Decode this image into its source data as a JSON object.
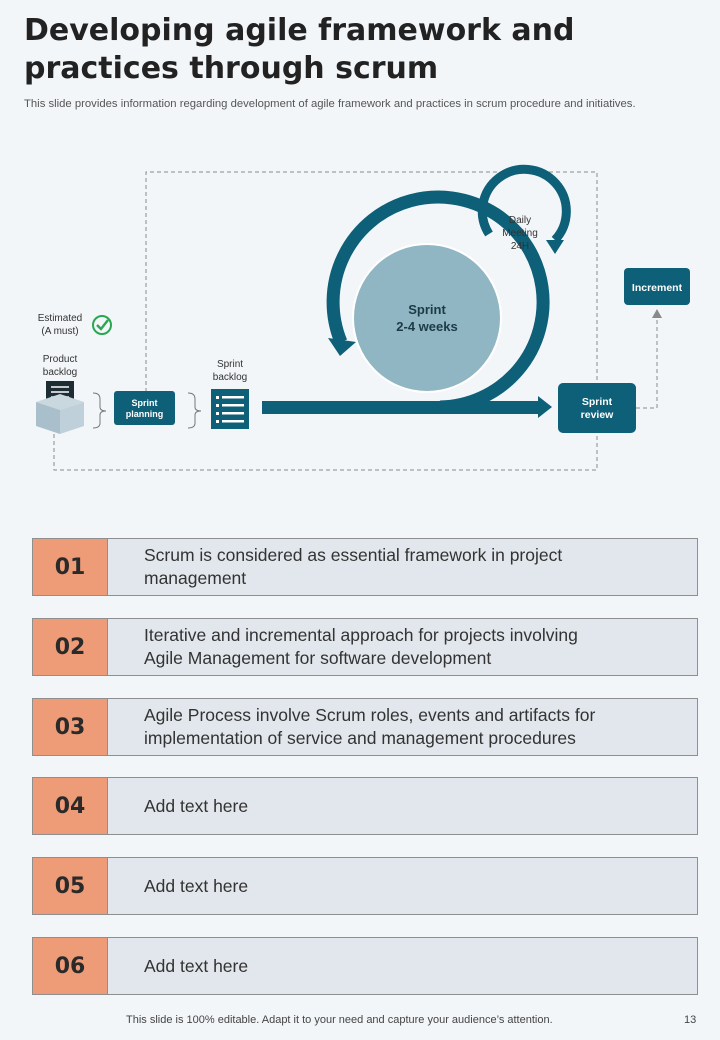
{
  "header": {
    "title_line1": "Developing agile framework and",
    "title_line2": "practices through scrum",
    "subtitle": "This slide provides information regarding development of agile framework and practices in scrum procedure and initiatives."
  },
  "diagram": {
    "estimated_line1": "Estimated",
    "estimated_line2": "(A must)",
    "product_backlog_line1": "Product",
    "product_backlog_line2": "backlog",
    "sprint_planning_line1": "Sprint",
    "sprint_planning_line2": "planning",
    "sprint_backlog_line1": "Sprint",
    "sprint_backlog_line2": "backlog",
    "sprint_line1": "Sprint",
    "sprint_line2": "2-4 weeks",
    "daily_line1": "Daily",
    "daily_line2": "Meeting",
    "daily_line3": "24H",
    "sprint_review_line1": "Sprint",
    "sprint_review_line2": "review",
    "increment": "Increment"
  },
  "items": [
    {
      "num": "01",
      "text": "Scrum is considered as essential framework in project\nmanagement"
    },
    {
      "num": "02",
      "text": "Iterative and incremental approach for projects involving\nAgile Management for software development"
    },
    {
      "num": "03",
      "text": "Agile Process involve Scrum roles, events and artifacts for\nimplementation of service and management procedures"
    },
    {
      "num": "04",
      "text": "Add text here"
    },
    {
      "num": "05",
      "text": "Add text here"
    },
    {
      "num": "06",
      "text": "Add text here"
    }
  ],
  "footer": {
    "note": "This slide is 100% editable. Adapt it to your need and capture your audience’s attention.",
    "page": "13"
  },
  "colors": {
    "teal_dark": "#0e5f78",
    "teal_circle": "#8fb6c2",
    "orange": "#ee9b77",
    "row_bg": "#e1e7ec",
    "check_green": "#2aa650"
  }
}
